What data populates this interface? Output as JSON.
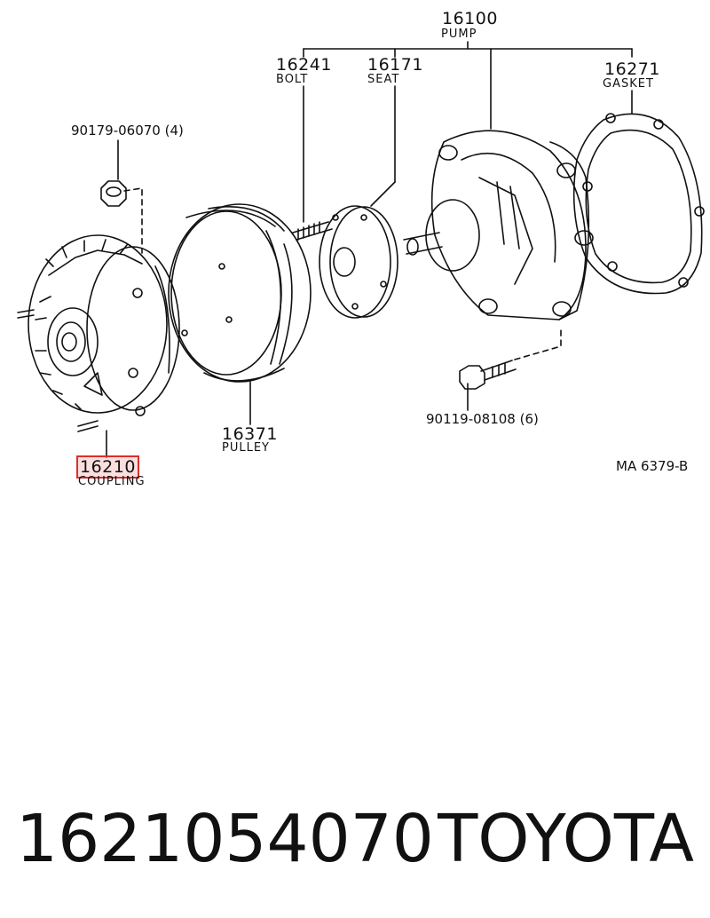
{
  "callouts": {
    "pump": {
      "number": "16100",
      "name": "PUMP"
    },
    "bolt": {
      "number": "16241",
      "name": "BOLT"
    },
    "seat": {
      "number": "16171",
      "name": "SEAT"
    },
    "gasket": {
      "number": "16271",
      "name": "GASKET"
    },
    "nut": {
      "number": "90179-06070 (4)"
    },
    "pulley": {
      "number": "16371",
      "name": "PULLEY"
    },
    "pump_bolt": {
      "number": "90119-08108 (6)"
    },
    "coupling": {
      "number": "16210",
      "name": "COUPLING",
      "highlight_color": "#d9302c"
    }
  },
  "diagram_code": "MA  6379-B",
  "footer": {
    "part_number": "1621054070",
    "brand": "TOYOTA"
  }
}
